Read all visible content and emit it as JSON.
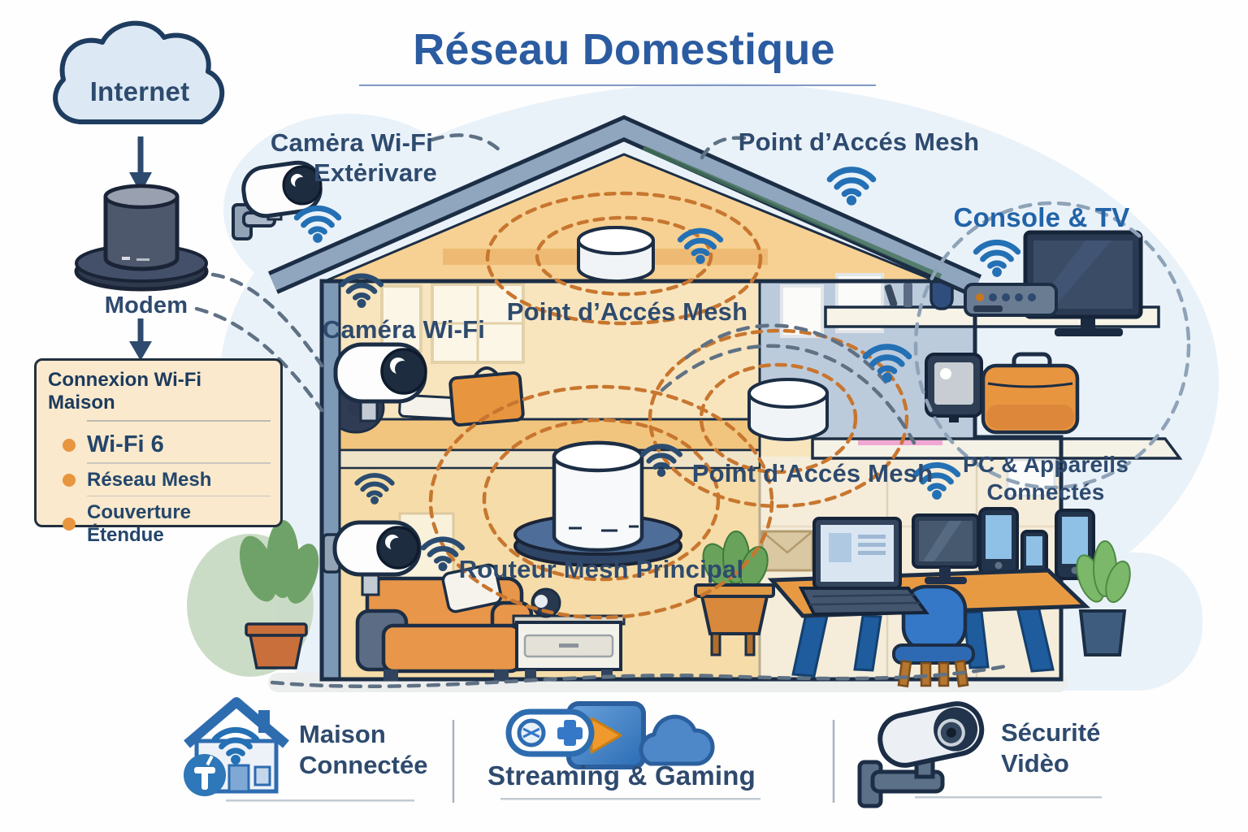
{
  "title": "Réseau Domestique",
  "internet_label": "Internet",
  "modem_label": "Modem",
  "info_box": {
    "title": "Connexion Wi-Fi Maison",
    "items": [
      "Wi-Fi 6",
      "Réseau Mesh",
      "Couverture Étendue"
    ]
  },
  "house": {
    "camera_exterior_line1": "Camėra Wi-Fi",
    "camera_exterior_line2": "Extėrivare",
    "access_point_top": "Point d’Accés Mesh",
    "access_point_attic": "Point d’Accés Mesh",
    "access_point_middle": "Point d’Accés Mesh",
    "console_tv": "Console & TV",
    "camera_interior": "Caméra Wi-Fi",
    "router": "Routeur Mesh Principal",
    "pc_devices_line1": "PC & Appareils",
    "pc_devices_line2": "Connectés"
  },
  "legend": [
    {
      "icon": "smart-home-icon",
      "line1": "Maison",
      "line2": "Connectée"
    },
    {
      "icon": "streaming-gaming-icon",
      "line1": "Streaming & Gaming",
      "line2": ""
    },
    {
      "icon": "security-camera-icon",
      "line1": "Sécurité",
      "line2": "Vidèo"
    }
  ],
  "icons": [
    "wifi-icon",
    "internet-cloud-icon",
    "modem-icon",
    "mesh-access-point-icon",
    "mesh-router-icon",
    "security-camera-icon",
    "tv-icon",
    "game-console-icon",
    "smart-home-icon",
    "streaming-gaming-icon",
    "play-icon",
    "cloud-icon"
  ],
  "colors": {
    "title_blue": "#2B5BA0",
    "navy": "#2E4A6E",
    "label_blue": "#2163A8",
    "accent_blue": "#2470B5",
    "wifi_navy": "#2B4C70",
    "bullet_orange": "#E8953F",
    "orange_dash": "#C8762F",
    "gray_dash": "#5F7184",
    "box_bg": "#FAE9CC",
    "box_border": "#22303F",
    "underline_gray": "#C2CAD2"
  }
}
